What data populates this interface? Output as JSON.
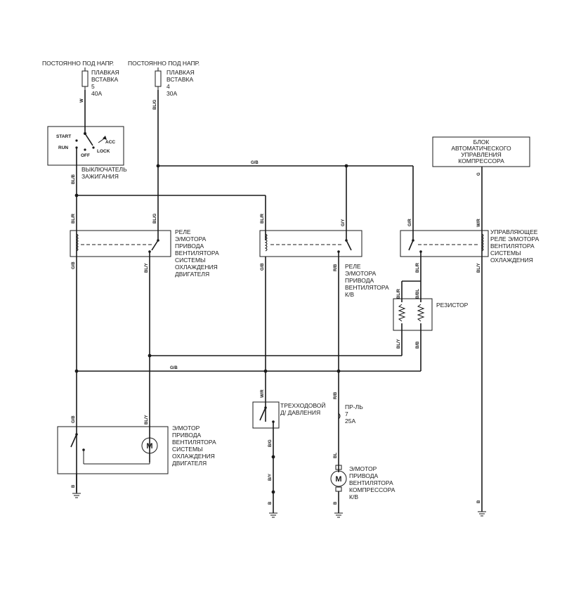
{
  "sources": {
    "left_label": "ПОСТОЯННО ПОД НАПР.",
    "right_label": "ПОСТОЯННО ПОД НАПР."
  },
  "fuses": {
    "f5": [
      "ПЛАВКАЯ",
      "ВСТАВКА",
      "5",
      "40A"
    ],
    "f4": [
      "ПЛАВКАЯ",
      "ВСТАВКА",
      "4",
      "30A"
    ],
    "f7": [
      "ПР-ЛЬ",
      "7",
      "25A"
    ]
  },
  "ignition": {
    "label": [
      "ВЫКЛЮЧАТЕЛЬ",
      "ЗАЖИГАНИЯ"
    ],
    "start": "START",
    "run": "RUN",
    "off": "OFF",
    "acc": "ACC",
    "lock": "LOCK"
  },
  "ecu": {
    "label": [
      "БЛОК",
      "АВТОМАТИЧЕСКОГО",
      "УПРАВЛЕНИЯ",
      "КОМПРЕССОРА"
    ]
  },
  "relays": {
    "engine_fan": [
      "РЕЛЕ",
      "Э/МОТОРА",
      "ПРИВОДА",
      "ВЕНТИЛЯТОРА",
      "СИСТЕМЫ",
      "ОХЛАЖДЕНИЯ",
      "ДВИГАТЕЛЯ"
    ],
    "ac_fan": [
      "РЕЛЕ",
      "Э/МОТОРА",
      "ПРИВОДА",
      "ВЕНТИЛЯТОРА",
      "К/В"
    ],
    "control": [
      "УПРАВЛЯЮЩЕЕ",
      "РЕЛЕ Э/МОТОРА",
      "ВЕНТИЛЯТОРА",
      "СИСТЕМЫ",
      "ОХЛАЖДЕНИЯ"
    ]
  },
  "resistor": {
    "label": "РЕЗИСТОР"
  },
  "pressure_switch": {
    "label": [
      "ТРЕХХОДОВОЙ",
      "Д/ ДАВЛЕНИЯ"
    ]
  },
  "motors": {
    "engine": [
      "Э/МОТОР",
      "ПРИВОДА",
      "ВЕНТИЛЯТОРА",
      "СИСТЕМЫ",
      "ОХЛАЖДЕНИЯ",
      "ДВИГАТЕЛЯ"
    ],
    "compressor": [
      "Э/МОТОР",
      "ПРИВОДА",
      "ВЕНТИЛЯТОРА",
      "КОМПРЕССОРА",
      "К/В"
    ],
    "symbol": "M"
  },
  "wires": {
    "W": "W",
    "BL_G": "BL/G",
    "BL_B": "BL/B",
    "BL_R": "BL/R",
    "G_Y": "G/Y",
    "G_R": "G/R",
    "G": "G",
    "W_R": "W/R",
    "G_B": "G/B",
    "BL_Y": "BL/Y",
    "R_B": "R/B",
    "BL_BL": "B/BL",
    "BL_Y2": "BL/Y",
    "B_B": "B/B",
    "BL": "BL",
    "B": "B",
    "B_Y": "B/Y",
    "B_G": "B/G"
  },
  "bus_labels": {
    "top": "G/B",
    "bottom": "G/B"
  }
}
